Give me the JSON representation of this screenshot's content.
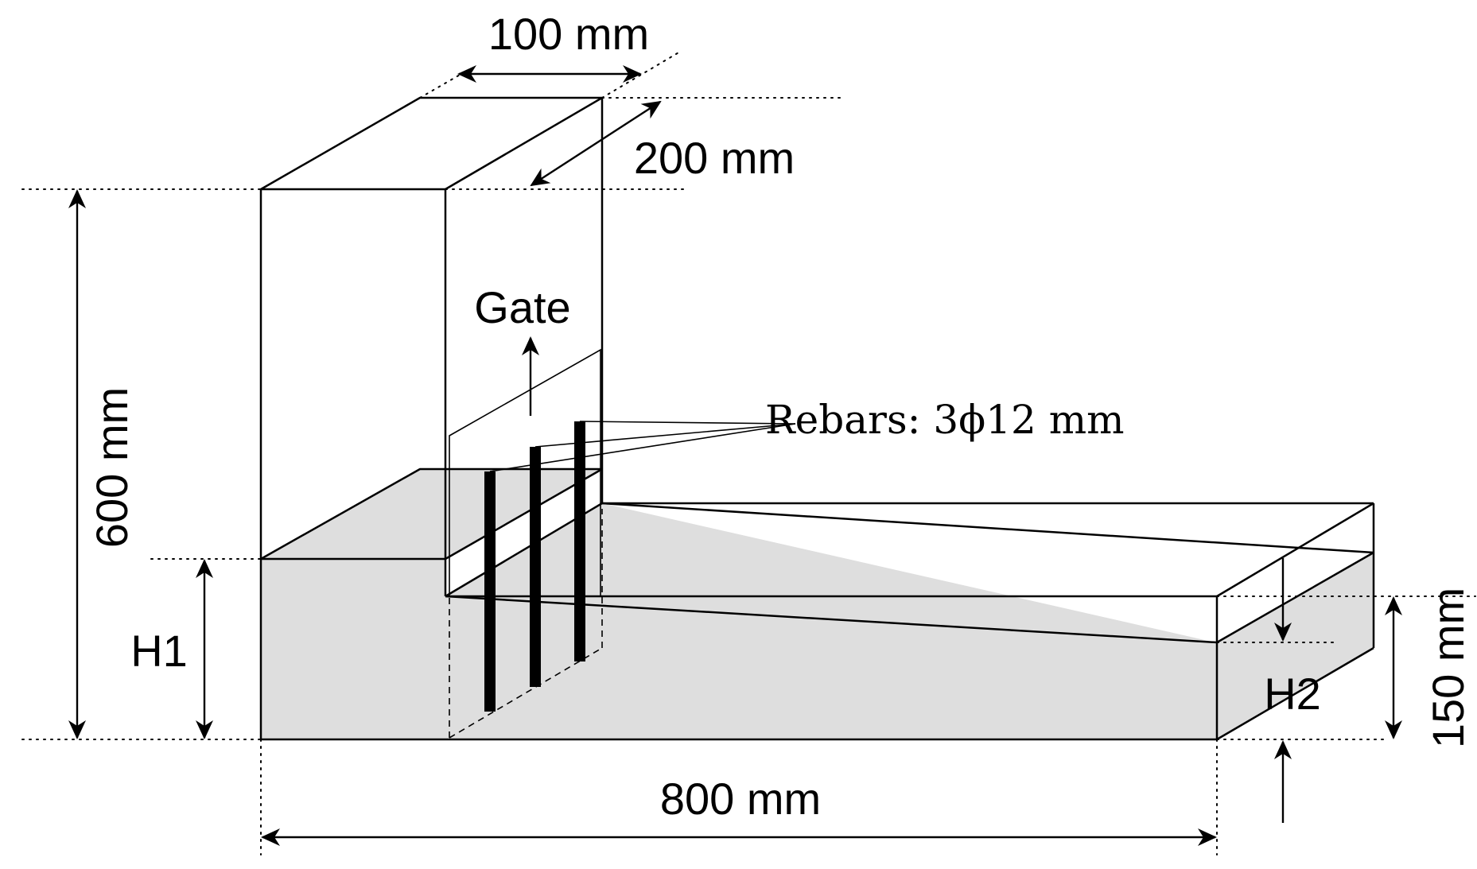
{
  "labels": {
    "width_top": "100 mm",
    "depth": "200 mm",
    "height_total": "600 mm",
    "gate": "Gate",
    "rebars": "Rebars: 3ϕ12 mm",
    "h1": "H1",
    "h2": "H2",
    "length": "800 mm",
    "height_channel": "150 mm"
  },
  "colors": {
    "water": "#dedede",
    "lines": "#000000",
    "background": "#ffffff"
  }
}
